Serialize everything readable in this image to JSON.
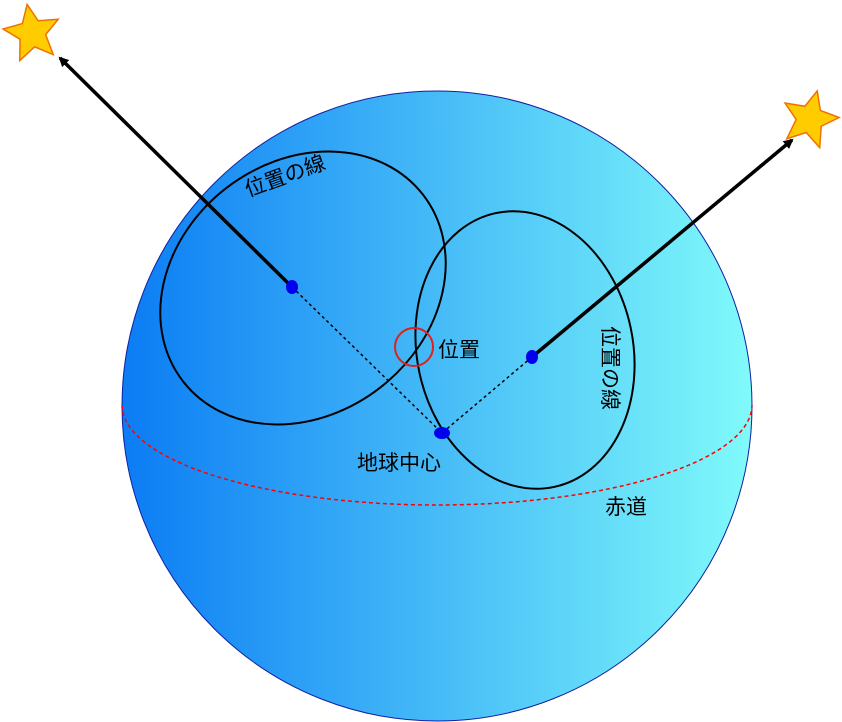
{
  "labels": {
    "line_of_position_left": "位置の線",
    "line_of_position_right": "位置の線",
    "position": "位置",
    "earth_center": "地球中心",
    "equator": "赤道"
  },
  "colors": {
    "sphere_left": "#0b7cf4",
    "sphere_right": "#80fafa",
    "equator": "#ff0000",
    "position_marker": "#e0201a",
    "dot": "#0000ee",
    "star": "#ffcc00",
    "star_outline": "#f07000"
  }
}
